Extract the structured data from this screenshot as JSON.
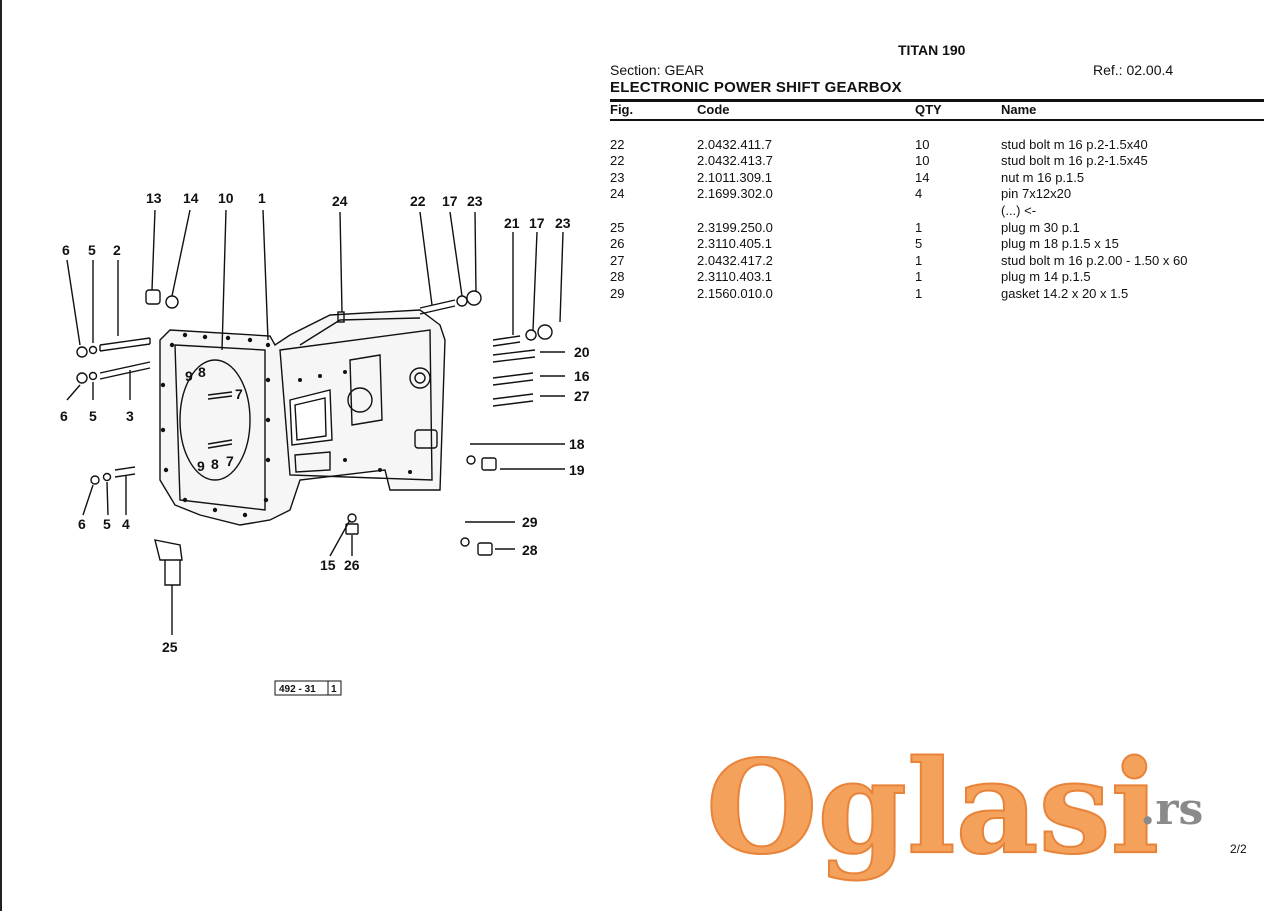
{
  "header": {
    "title": "TITAN 190",
    "section": "Section: GEAR",
    "ref": "Ref.: 02.00.4",
    "heading": "ELECTRONIC POWER SHIFT GEARBOX"
  },
  "table": {
    "columns": [
      "Fig.",
      "Code",
      "QTY",
      "Name"
    ],
    "rows": [
      {
        "fig": "22",
        "code": "2.0432.411.7",
        "qty": "10",
        "name": "stud bolt m 16 p.2-1.5x40"
      },
      {
        "fig": "22",
        "code": "2.0432.413.7",
        "qty": "10",
        "name": "stud bolt m 16 p.2-1.5x45"
      },
      {
        "fig": "23",
        "code": "2.1011.309.1",
        "qty": "14",
        "name": "nut m 16 p.1.5"
      },
      {
        "fig": "24",
        "code": "2.1699.302.0",
        "qty": "4",
        "name": "pin 7x12x20"
      },
      {
        "fig": "",
        "code": "",
        "qty": "",
        "name": "(...) <-"
      },
      {
        "fig": "25",
        "code": "2.3199.250.0",
        "qty": "1",
        "name": "plug m 30 p.1"
      },
      {
        "fig": "26",
        "code": "2.3110.405.1",
        "qty": "5",
        "name": "plug m 18 p.1.5 x 15"
      },
      {
        "fig": "27",
        "code": "2.0432.417.2",
        "qty": "1",
        "name": "stud bolt m 16 p.2.00 - 1.50 x 60"
      },
      {
        "fig": "28",
        "code": "2.3110.403.1",
        "qty": "1",
        "name": "plug m 14 p.1.5"
      },
      {
        "fig": "29",
        "code": "2.1560.010.0",
        "qty": "1",
        "name": "gasket 14.2 x 20 x 1.5"
      }
    ]
  },
  "diagram": {
    "drawing_ref": "492 - 31",
    "drawing_sheet": "1",
    "callouts": [
      "13",
      "14",
      "10",
      "1",
      "24",
      "22",
      "17",
      "23",
      "21",
      "17",
      "23",
      "6",
      "5",
      "2",
      "20",
      "16",
      "27",
      "9",
      "8",
      "7",
      "6",
      "5",
      "3",
      "18",
      "19",
      "9",
      "8",
      "7",
      "6",
      "5",
      "4",
      "29",
      "28",
      "15",
      "26",
      "25"
    ]
  },
  "watermark": {
    "brand": "Oglasi",
    "suffix": ".rs",
    "color": "#f0883a"
  },
  "footer": {
    "page": "2/2"
  }
}
